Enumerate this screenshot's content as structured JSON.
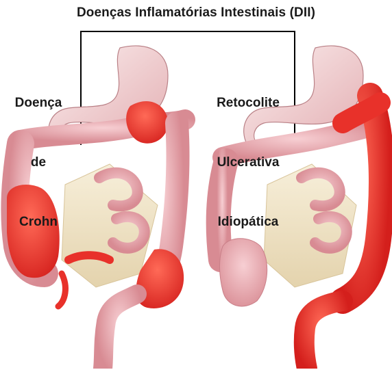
{
  "title": "Doenças Inflamatórias Intestinais (DII)",
  "left_label": {
    "line1": "Doença",
    "line2": "de",
    "line3": "Crohn"
  },
  "right_label": {
    "line1": "Retocolite",
    "line2": "Ulcerativa",
    "line3": "Idiopática"
  },
  "colors": {
    "healthy_tissue": "#e8a6ad",
    "inflamed": "#e8312a",
    "stomach": "#f3d2d4",
    "mesentery": "#efe4cc",
    "outline": "#000000"
  }
}
